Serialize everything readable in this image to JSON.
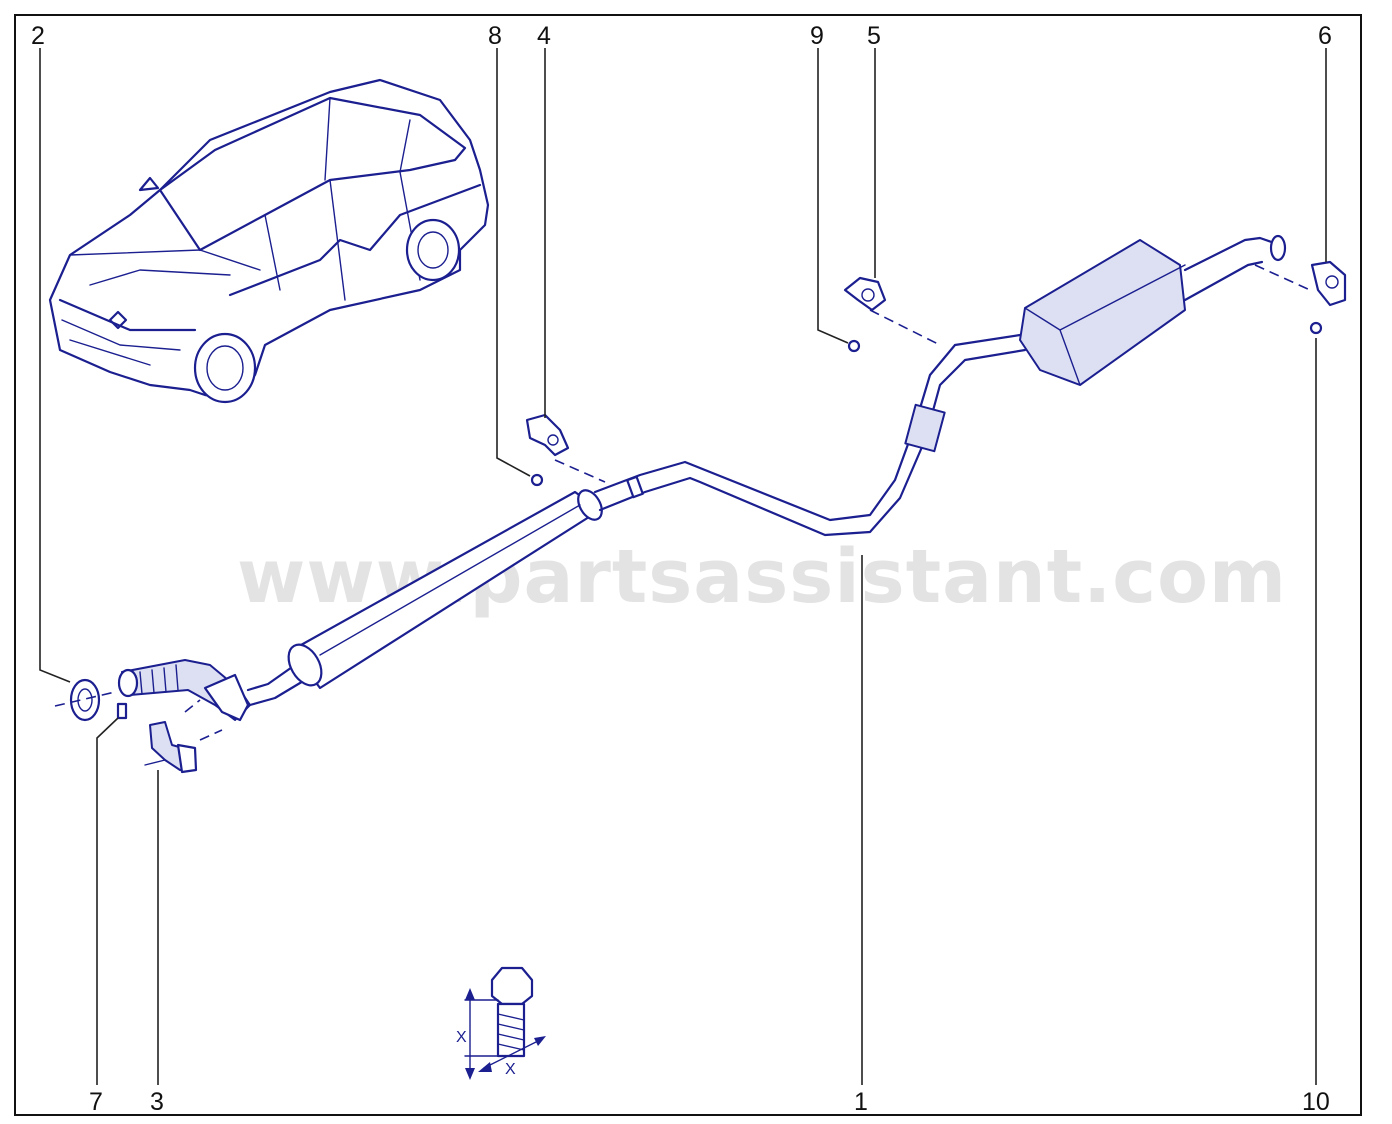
{
  "watermark": "www.partsassistant.com",
  "callouts": [
    {
      "id": "1",
      "label": "1"
    },
    {
      "id": "2",
      "label": "2"
    },
    {
      "id": "3",
      "label": "3"
    },
    {
      "id": "4",
      "label": "4"
    },
    {
      "id": "5",
      "label": "5"
    },
    {
      "id": "6",
      "label": "6"
    },
    {
      "id": "7",
      "label": "7"
    },
    {
      "id": "8",
      "label": "8"
    },
    {
      "id": "9",
      "label": "9"
    },
    {
      "id": "10",
      "label": "10"
    }
  ],
  "bolt_dimension": {
    "length_label": "X",
    "diameter_label": "X"
  },
  "colors": {
    "line": "#1b1f8f",
    "frame": "#111111",
    "watermark": "#e3e3e3"
  }
}
